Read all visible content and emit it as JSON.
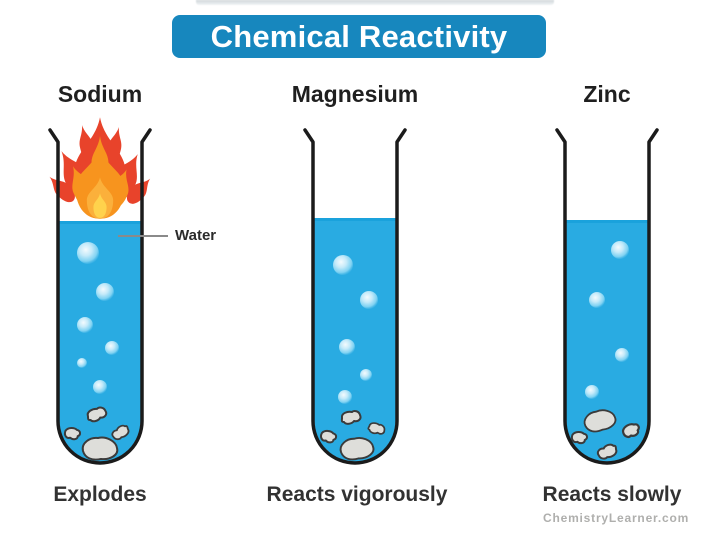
{
  "title": {
    "text": "Chemical Reactivity"
  },
  "tubes": [
    {
      "element": "Sodium",
      "reaction": "Explodes",
      "has_flame": true,
      "annotation": {
        "label": "Water"
      }
    },
    {
      "element": "Magnesium",
      "reaction": "Reacts vigorously",
      "has_flame": false
    },
    {
      "element": "Zinc",
      "reaction": "Reacts slowly",
      "has_flame": false
    }
  ],
  "footer": {
    "watermark": "ChemistryLearner.com"
  },
  "icons": {
    "flame": "flame-icon",
    "bubbles": "bubble-icons",
    "sediment": "rock-icons"
  },
  "colors": {
    "banner_bg": "#1787BE",
    "banner_text": "#FFFFFF",
    "water_blue": "#29ABE2",
    "water_surface": "#17A0DB",
    "tube_outline": "#1B1B1B",
    "label_text": "#1F1F1F",
    "reaction_text": "#323232",
    "watermark_gray": "#AFAFAD",
    "flame_red": "#E8432B",
    "flame_orange": "#F7941E",
    "flame_core": "#FBB03B",
    "flame_inner": "#FFD24C",
    "rock_fill": "#DEDEDA",
    "rock_stroke": "#3B3B3B",
    "callout_line": "#8A8A8A"
  }
}
